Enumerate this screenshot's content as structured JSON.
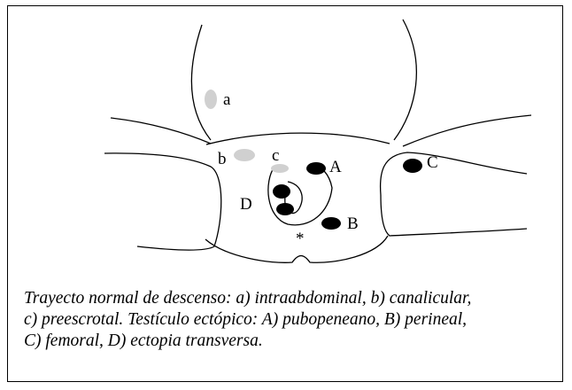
{
  "figure": {
    "labels": {
      "a": "a",
      "b": "b",
      "c": "c",
      "A": "A",
      "B": "B",
      "C": "C",
      "D": "D",
      "asterisk": "*"
    },
    "colors": {
      "normal_path": "#d0d0d0",
      "ectopic": "#000000",
      "outline": "#000000"
    },
    "caption_lines": [
      "Trayecto normal de descenso: a) intraabdominal, b) canalicular,",
      "c) preescrotal. Testículo ectópico: A) pubopeneano, B) perineal,",
      "C) femoral, D) ectopia transversa."
    ]
  }
}
